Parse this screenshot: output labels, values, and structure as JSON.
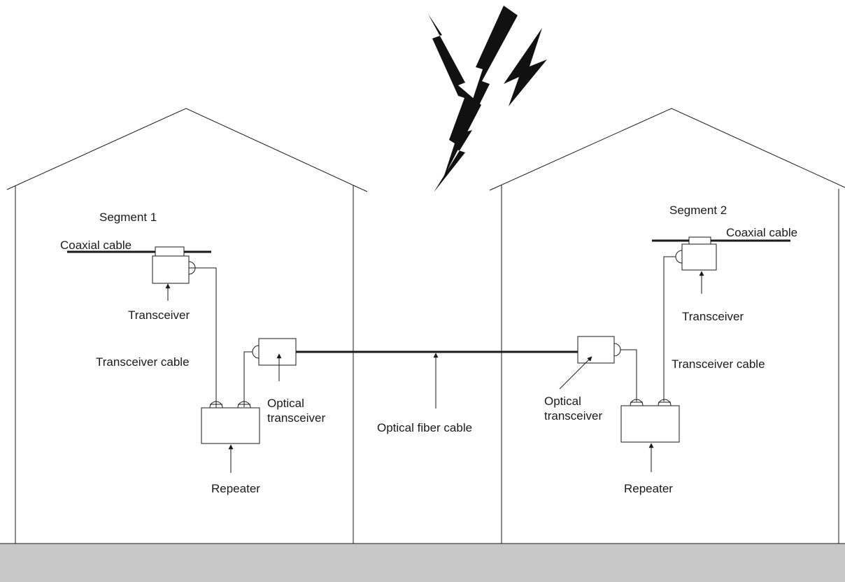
{
  "colors": {
    "line": "#1a1a1a",
    "ground": "#c8c8c8",
    "lightning": "#111111",
    "background": "#ffffff"
  },
  "left_building": {
    "segment_label": "Segment 1",
    "coax_label": "Coaxial cable",
    "transceiver_label": "Transceiver",
    "transceiver_cable_label": "Transceiver cable",
    "optical_transceiver_label": [
      "Optical",
      "transceiver"
    ],
    "repeater_label": "Repeater"
  },
  "right_building": {
    "segment_label": "Segment 2",
    "coax_label": "Coaxial cable",
    "transceiver_label": "Transceiver",
    "transceiver_cable_label": "Transceiver cable",
    "optical_transceiver_label": [
      "Optical",
      "transceiver"
    ],
    "repeater_label": "Repeater"
  },
  "fiber_label": "Optical fiber cable",
  "icons": [
    "lightning-bolt-icon",
    "connector-icon"
  ]
}
